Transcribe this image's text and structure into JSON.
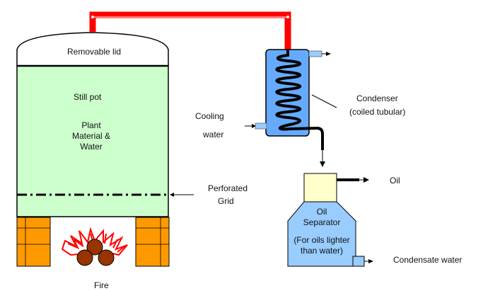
{
  "labels": {
    "lid": "Removable lid",
    "still_pot": "Still pot",
    "plant_line1": "Plant",
    "plant_line2": "Material &",
    "plant_line3": "Water",
    "cooling_line1": "Cooling",
    "cooling_line2": "water",
    "condenser_line1": "Condenser",
    "condenser_line2": "(coiled tubular)",
    "grid_line1": "Perforated",
    "grid_line2": "Grid",
    "oil": "Oil",
    "separator_line1": "Oil",
    "separator_line2": "Separator",
    "separator_line3": "(For oils lighter",
    "separator_line4": "than water)",
    "condensate": "Condensate water",
    "fire": "Fire"
  },
  "colors": {
    "pot_fill": "#ccffcc",
    "pipe_red": "#ff0000",
    "condenser_fill": "#66aaff",
    "cooling_pipe": "#99ccff",
    "separator_fill": "#99ccff",
    "oil_chamber": "#ffffcc",
    "legs": "#ff9900",
    "fire_red": "#ff0000",
    "logs": "#993300"
  }
}
